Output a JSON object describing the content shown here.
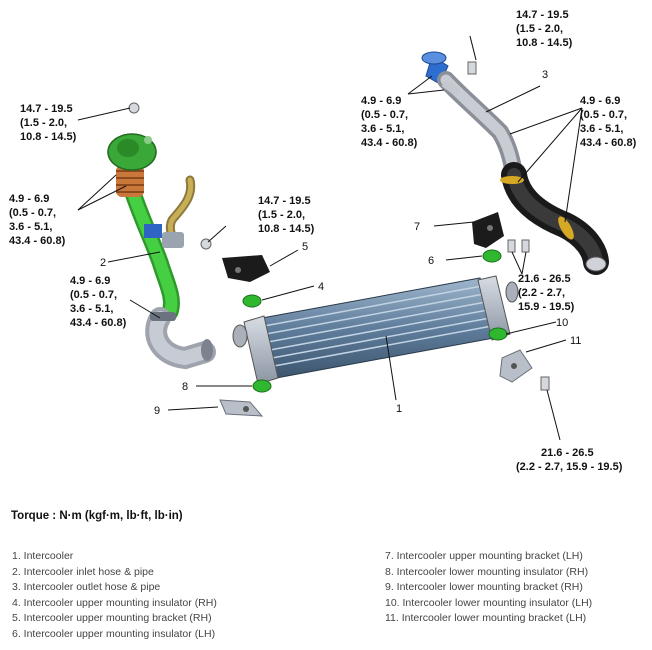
{
  "diagram": {
    "torque_labels": {
      "t1": [
        "14.7 - 19.5",
        "(1.5 - 2.0,",
        "10.8 - 14.5)"
      ],
      "t2": [
        "4.9 - 6.9",
        "(0.5 - 0.7,",
        "3.6 - 5.1,",
        "43.4 - 60.8)"
      ],
      "t3": [
        "14.7 - 19.5",
        "(1.5 - 2.0,",
        "10.8 - 14.5)"
      ],
      "t4": [
        "4.9 - 6.9",
        "(0.5 - 0.7,",
        "3.6 - 5.1,",
        "43.4 - 60.8)"
      ],
      "t5": [
        "14.7 - 19.5",
        "(1.5 - 2.0,",
        "10.8 - 14.5)"
      ],
      "t6": [
        "4.9 - 6.9",
        "(0.5 - 0.7,",
        "3.6 - 5.1,",
        "43.4 - 60.8)"
      ],
      "t7": [
        "4.9 - 6.9",
        "(0.5 - 0.7,",
        "3.6 - 5.1,",
        "43.4 - 60.8)"
      ],
      "t8": [
        "21.6 - 26.5",
        "(2.2 - 2.7,",
        "15.9 - 19.5)"
      ],
      "t9": [
        "21.6 - 26.5",
        "(2.2 - 2.7, 15.9 - 19.5)"
      ]
    },
    "callouts": [
      "1",
      "2",
      "3",
      "4",
      "5",
      "6",
      "7",
      "8",
      "9",
      "10",
      "11"
    ]
  },
  "torque_note": "Torque : N·m (kgf·m, lb·ft, lb·in)",
  "legend_left": [
    "1. Intercooler",
    "2. Intercooler inlet hose & pipe",
    "3. Intercooler outlet hose & pipe",
    "4. Intercooler upper mounting insulator (RH)",
    "5. Intercooler upper mounting bracket (RH)",
    "6. Intercooler upper mounting insulator (LH)"
  ],
  "legend_right": [
    "7. Intercooler upper mounting bracket (LH)",
    "8. Intercooler lower mounting insulator (RH)",
    "9. Intercooler lower mounting bracket (RH)",
    "10. Intercooler lower mounting insulator (LH)",
    "11. Intercooler lower mounting bracket (LH)"
  ],
  "colors": {
    "inlet_pipe": "#3ec33a",
    "outlet_pipe": "#2a2a2a",
    "insulator": "#2fb82f",
    "core": "#5f7d9c"
  }
}
